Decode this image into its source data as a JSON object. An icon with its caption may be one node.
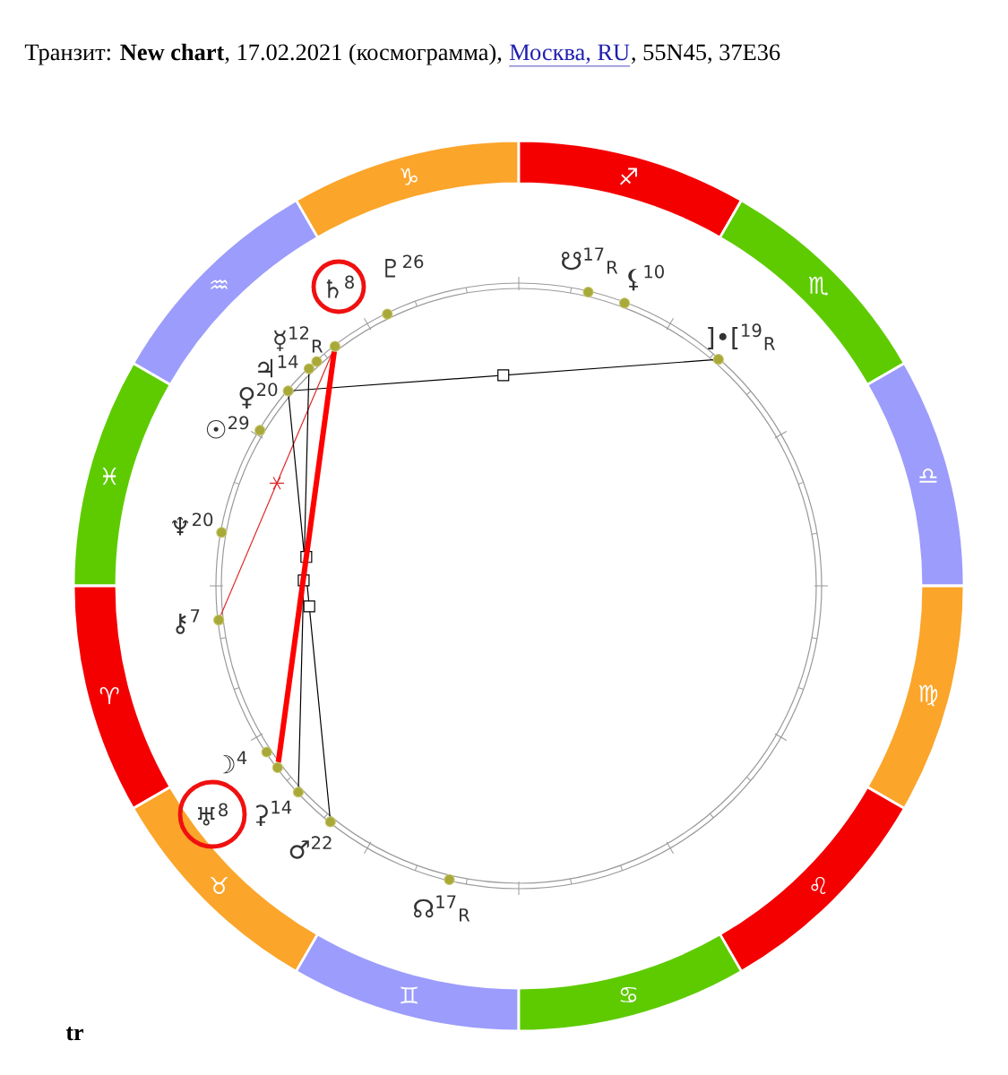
{
  "diagram": {
    "nodes": [
      {
        "text": [
          "♑"
        ]
      },
      {
        "text": [
          "♐"
        ]
      },
      {
        "text": [
          "♒"
        ]
      },
      {
        "text": [
          "♏"
        ]
      },
      {
        "text": [
          "♓"
        ]
      },
      {
        "text": [
          "♎"
        ]
      },
      {
        "text": [
          "♈"
        ]
      },
      {
        "text": [
          "♍"
        ]
      },
      {
        "text": [
          "♉"
        ]
      },
      {
        "text": [
          "♌"
        ]
      },
      {
        "text": [
          "♊"
        ]
      },
      {
        "text": [
          "♋"
        ]
      },
      {
        "text": [],
        "shape": "circle",
        "beside": [
          "♇$^{26}$"
        ]
      },
      {
        "text": [],
        "shape": "circle",
        "beside": [
          "☋$^{17}$$_{R}$"
        ]
      },
      {
        "text": [],
        "shape": "circle",
        "beside": [
          "⚸$^{10}$"
        ]
      },
      {
        "text": [],
        "shape": "circle",
        "beside": [
          "☿$^{12}$$_{R}$"
        ]
      },
      {
        "text": [],
        "shape": "circle"
      },
      {
        "text": [],
        "shape": "circle",
        "beside": [
          "♃$^{14}$"
        ]
      },
      {
        "text": [],
        "shape": "circle",
        "beside": [
          "♀$^{20}$"
        ]
      },
      {
        "text": [],
        "shape": "circle",
        "beside": [
          "]•[$^{19}$$_{R}$"
        ]
      },
      {
        "text": [],
        "shape": "circle",
        "beside": [
          "☉$^{29}$"
        ]
      },
      {
        "text": [],
        "shape": "circle",
        "beside": [
          "♆$^{20}$"
        ]
      },
      {
        "text": [],
        "shape": "circle",
        "beside": [
          "⚷$^{7}$"
        ]
      },
      {
        "text": [],
        "shape": "circle",
        "beside": [
          "☽$^{4}$"
        ]
      },
      {
        "text": [],
        "shape": "circle"
      },
      {
        "text": [],
        "shape": "circle",
        "beside": [
          "⚳$^{14}$"
        ]
      },
      {
        "text": [],
        "shape": "circle",
        "beside": [
          "♂$^{22}$"
        ]
      },
      {
        "text": [],
        "shape": "circle",
        "beside": [
          "☊$^{17}$$_{R}$"
        ]
      },
      {
        "text": [
          "♄$^{8}$"
        ]
      },
      {
        "text": [
          "♅$^{8}$"
        ]
      }
    ],
    "edges": [
      {
        "from": 18,
        "to": 19,
        "arrow": "none"
      },
      {
        "from": 22,
        "to": 16,
        "arrow": "none",
        "color": "#e02828"
      },
      {
        "from": 17,
        "to": 25,
        "arrow": "none"
      },
      {
        "from": 18,
        "to": 26,
        "arrow": "none"
      },
      {
        "from": 24,
        "to": 16,
        "arrow": "none",
        "style": "thick",
        "color": "#ff0000"
      }
    ],
    "labels": [
      "Транзит: **New chart**, 17.02.2021 (космограмма),",
      "Москва, RU",
      ", 55N45, 37E36",
      "tr"
    ]
  }
}
